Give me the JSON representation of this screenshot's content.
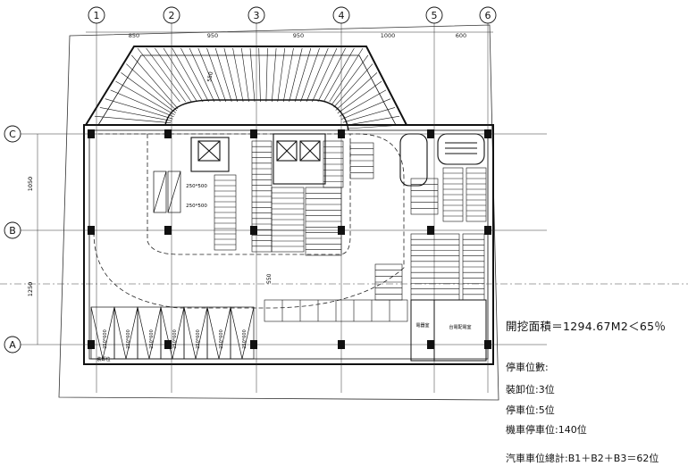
{
  "grid": {
    "columns": [
      "1",
      "2",
      "3",
      "4",
      "5",
      "6"
    ],
    "rows": [
      "C",
      "B",
      "A"
    ],
    "top_dimensions": [
      "850",
      "950",
      "950",
      "1000",
      "600"
    ],
    "left_dimensions": [
      "1050",
      "1250"
    ],
    "ramp_dimension": "550",
    "ramp_dimension_lower": "550"
  },
  "plan_labels": {
    "loading_bays": "裝卸位",
    "room_right": "台電配電室",
    "room_left": "電器室",
    "stall_size": "250*600",
    "stall_size_small": "250*500"
  },
  "notes": {
    "excavation": "開挖面積＝1294.67M2＜65％",
    "parking_count_title": "停車位數:",
    "loading": "裝卸位:3位",
    "parking": "停車位:5位",
    "motorcycle": "機車停車位:140位",
    "total": "汽車車位總計:B1＋B2＋B3＝62位"
  }
}
